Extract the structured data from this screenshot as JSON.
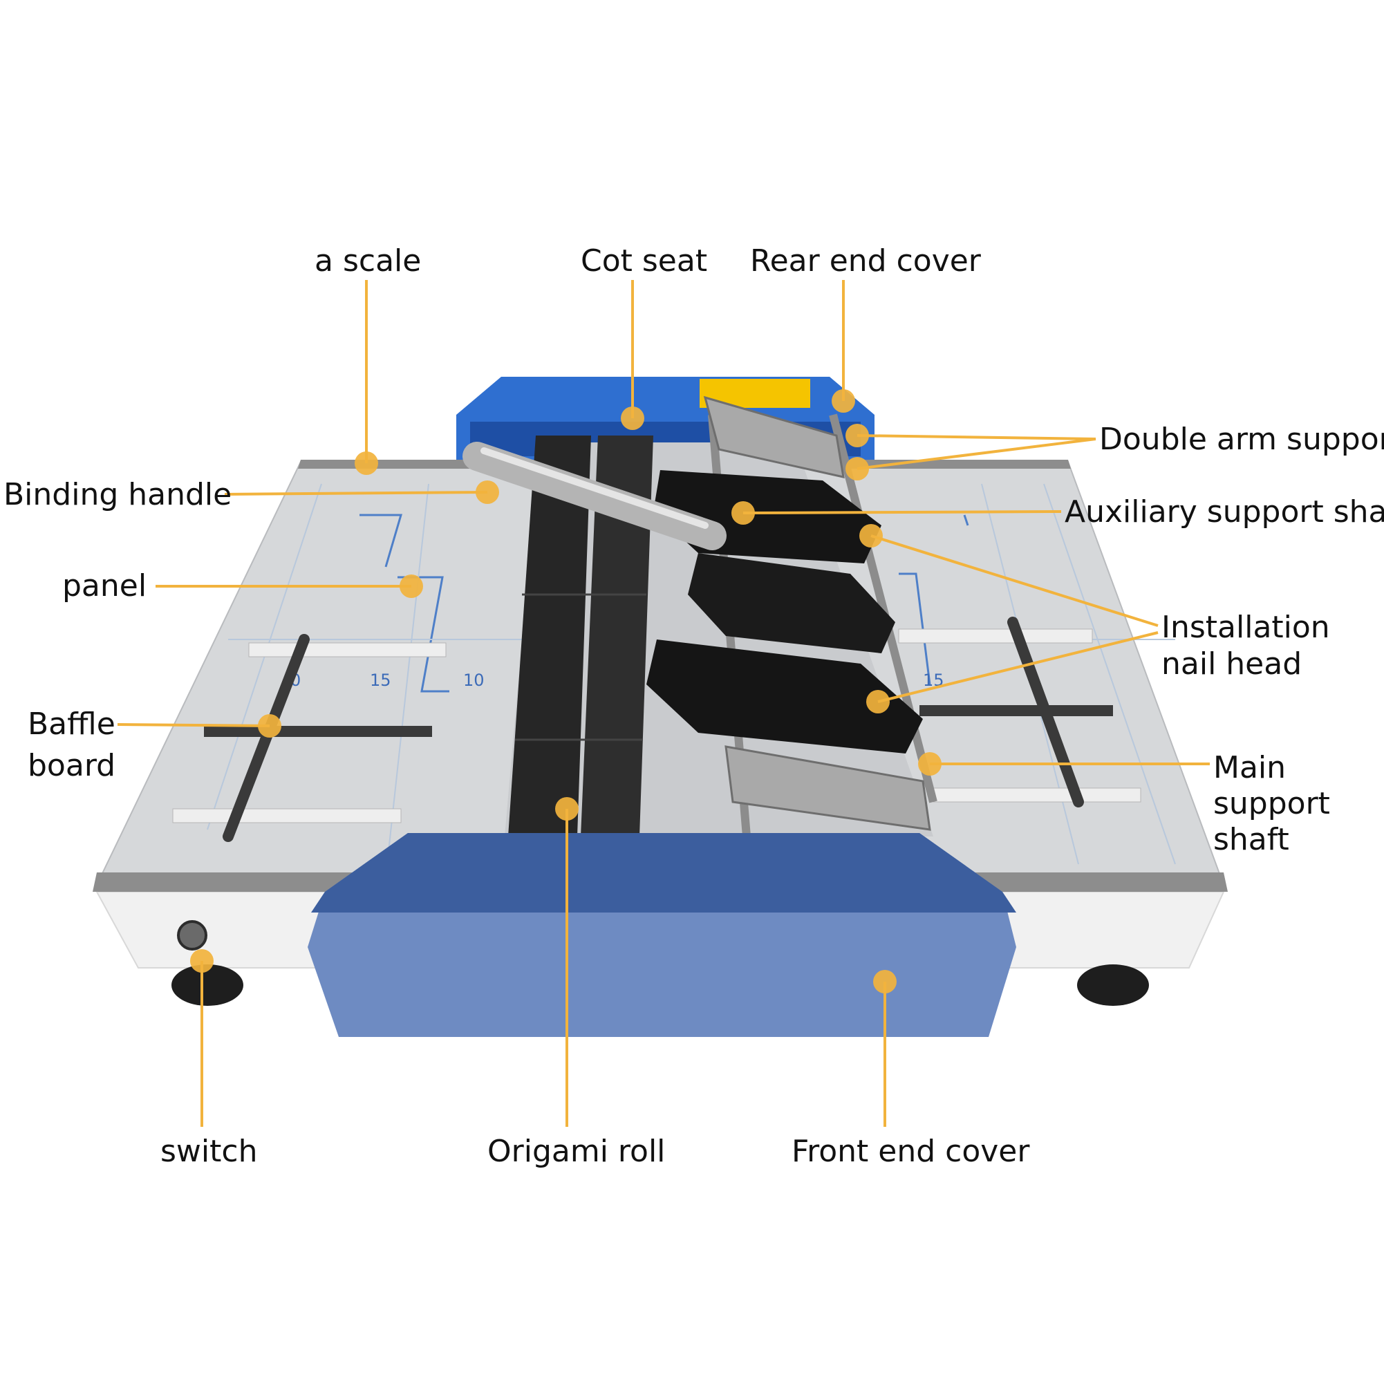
{
  "colors": {
    "leader": "#F2B33D",
    "cover_blue": "#6E8BC2",
    "cover_blue_dark": "#3C5E9E",
    "rear_blue": "#2F6FD0",
    "panel": "#D6D8DA",
    "roller": "#262626",
    "background": "#FFFFFF"
  },
  "labels": {
    "a_scale": "a scale",
    "cot_seat": "Cot seat",
    "rear_end_cover": "Rear end cover",
    "double_arm_support": "Double arm support",
    "binding_handle": "Binding handle",
    "auxiliary_support_shaft": "Auxiliary support shaft",
    "panel": "panel",
    "installation_nail_head": [
      "Installation",
      "nail head"
    ],
    "baffle_board": [
      "Baffle",
      "board"
    ],
    "main_support_shaft": [
      "Main",
      "support",
      "shaft"
    ],
    "switch": "switch",
    "origami_roll": "Origami roll",
    "front_end_cover": "Front end cover"
  },
  "panel_markings": [
    "0",
    "15",
    "10",
    "15"
  ]
}
